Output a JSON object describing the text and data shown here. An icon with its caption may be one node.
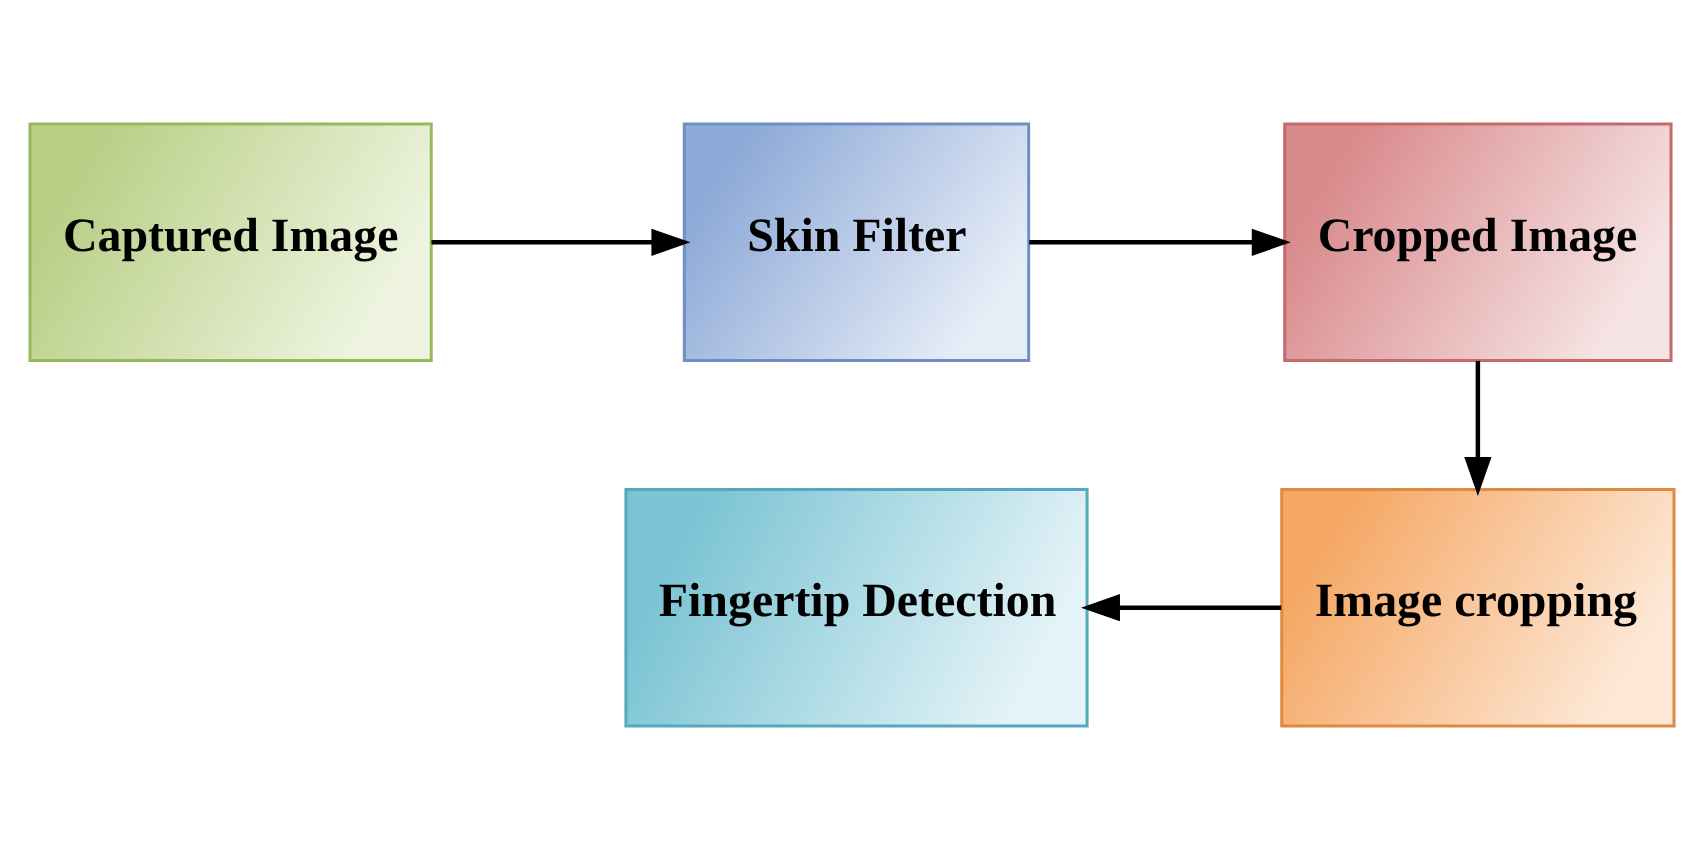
{
  "diagram": {
    "nodes": [
      {
        "text": [
          "Captured Image"
        ]
      },
      {
        "text": [
          "Skin Filter"
        ]
      },
      {
        "text": [
          "Cropped Image"
        ]
      },
      {
        "text": [
          "Fingertip Detection"
        ]
      },
      {
        "text": [
          "Image cropping"
        ]
      }
    ],
    "edges": [
      {
        "from": 0,
        "to": 1,
        "arrow": "to"
      },
      {
        "from": 1,
        "to": 2,
        "arrow": "to"
      },
      {
        "from": 2,
        "to": 4,
        "arrow": "to"
      },
      {
        "from": 4,
        "to": 3,
        "arrow": "to"
      }
    ]
  }
}
